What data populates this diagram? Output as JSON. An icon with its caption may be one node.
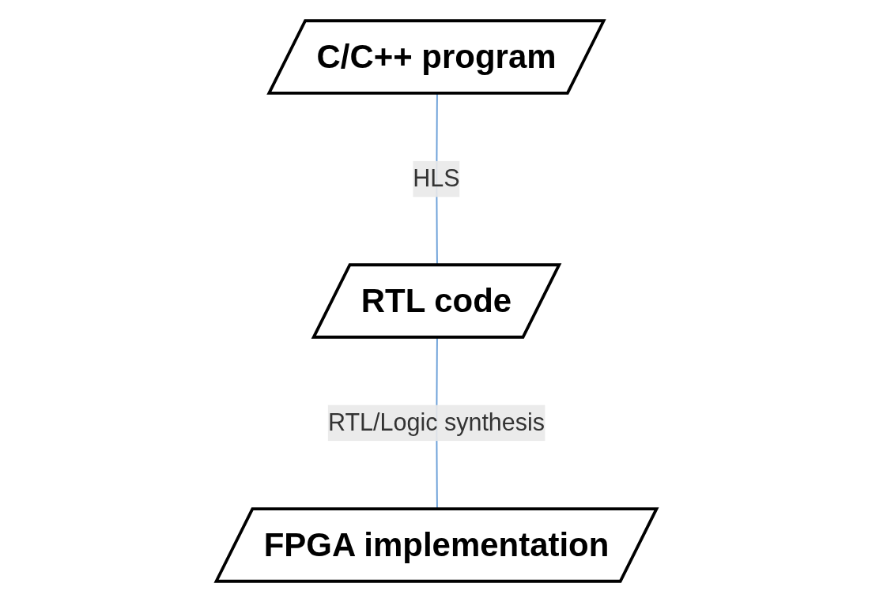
{
  "diagram": {
    "nodes": [
      {
        "text": [
          "C/C++ program"
        ]
      },
      {
        "text": [
          "RTL code"
        ]
      },
      {
        "text": [
          "FPGA implementation"
        ]
      }
    ],
    "edges": [
      {
        "from": 0,
        "to": 1,
        "arrow": "none",
        "label": "HLS",
        "color": "#6a9fd8"
      },
      {
        "from": 1,
        "to": 2,
        "arrow": "none",
        "label": "RTL/Logic synthesis",
        "color": "#6a9fd8"
      }
    ]
  }
}
